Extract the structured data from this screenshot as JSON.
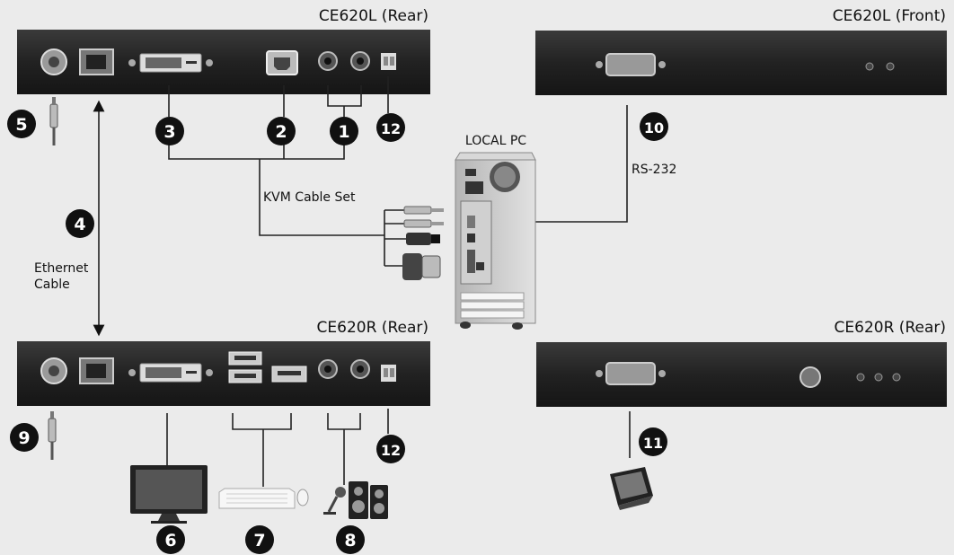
{
  "devices": {
    "ce620l_rear": "CE620L (Rear)",
    "ce620l_front": "CE620L (Front)",
    "ce620r_rear_left": "CE620R (Rear)",
    "ce620r_rear_right": "CE620R (Rear)"
  },
  "labels": {
    "local_pc": "LOCAL PC",
    "kvm_cable_set": "KVM Cable Set",
    "rs232": "RS-232",
    "ethernet_line1": "Ethernet",
    "ethernet_line2": "Cable"
  },
  "callouts": {
    "c1": "1",
    "c2": "2",
    "c3": "3",
    "c4": "4",
    "c5": "5",
    "c6": "6",
    "c7": "7",
    "c8": "8",
    "c9": "9",
    "c10": "10",
    "c11": "11",
    "c12_top": "12",
    "c12_bottom": "12"
  },
  "colors": {
    "background": "#ebebeb",
    "panel": "#2b2b2b",
    "callout": "#111111"
  }
}
